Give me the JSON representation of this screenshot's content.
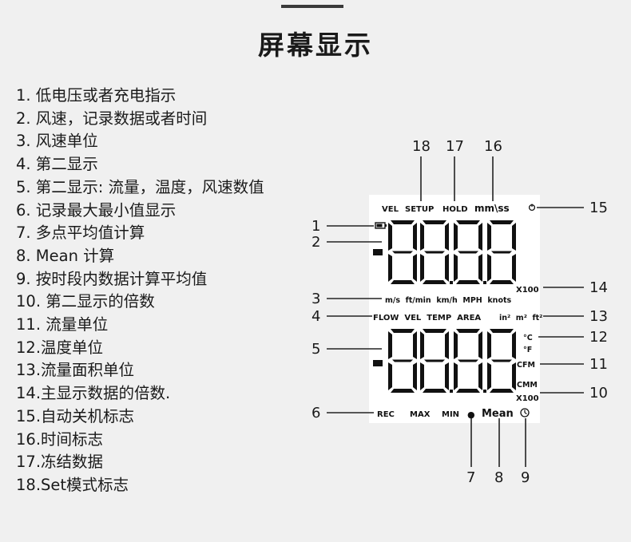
{
  "title": "屏幕显示",
  "legend": [
    "1.  低电压或者充电指示",
    "2. 风速，记录数据或者时间",
    "3. 风速单位",
    "4. 第二显示",
    "5. 第二显示: 流量，温度，风速数值",
    "6. 记录最大最小值显示",
    "7. 多点平均值计算",
    "8. Mean 计算",
    "9. 按时段内数据计算平均值",
    "10. 第二显示的倍数",
    "11. 流量单位",
    "12.温度单位",
    "13.流量面积单位",
    "14.主显示数据的倍数.",
    "15.自动关机标志",
    "16.时间标志",
    "17.冻结数据",
    "18.Set模式标志"
  ],
  "lcd": {
    "top_labels": {
      "vel": "VEL",
      "setup": "SETUP",
      "hold": "HOLD",
      "mmss": "mm\\ss"
    },
    "main_multiplier": "X100",
    "speed_units": "m/s  ft/min  km/h  MPH  knots",
    "modes": "FLOW  VEL  TEMP  AREA",
    "area_units": "in²  m²  ft²",
    "celsius": "°C",
    "fahrenheit": "°F",
    "cfm": "CFM",
    "cmm": "CMM",
    "second_multiplier": "X100",
    "rec": "REC",
    "max": "MAX",
    "min": "MIN",
    "dot": "●",
    "mean": "Mean"
  },
  "callouts": {
    "n1": "1",
    "n2": "2",
    "n3": "3",
    "n4": "4",
    "n5": "5",
    "n6": "6",
    "n7": "7",
    "n8": "8",
    "n9": "9",
    "n10": "10",
    "n11": "11",
    "n12": "12",
    "n13": "13",
    "n14": "14",
    "n15": "15",
    "n16": "16",
    "n17": "17",
    "n18": "18"
  },
  "colors": {
    "background": "#f0f0f0",
    "ink": "#111111",
    "lcd_background": "#ffffff"
  },
  "icons": {
    "battery": "battery-icon",
    "auto_power_off": "power-off-icon",
    "timer": "clock-icon"
  }
}
